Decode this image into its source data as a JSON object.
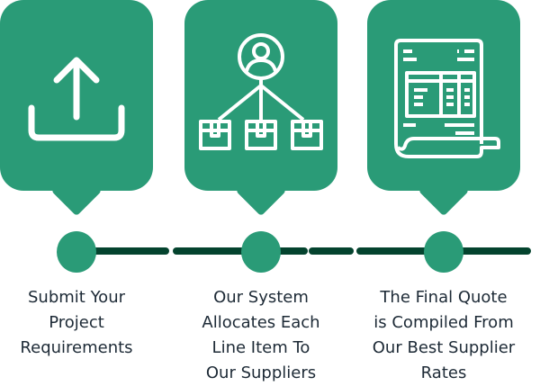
{
  "colors": {
    "card": "#2a9b77",
    "line": "#04432e",
    "text": "#1d2a36"
  },
  "steps": [
    {
      "icon": "upload-icon",
      "lines": [
        "Submit Your",
        "Project",
        "Requirements"
      ]
    },
    {
      "icon": "user-distribution-icon",
      "lines": [
        "Our System",
        "Allocates Each",
        "Line Item To",
        "Our Suppliers"
      ]
    },
    {
      "icon": "invoice-document-icon",
      "lines": [
        "The Final Quote",
        "is Compiled From",
        "Our Best Supplier",
        "Rates"
      ]
    }
  ]
}
